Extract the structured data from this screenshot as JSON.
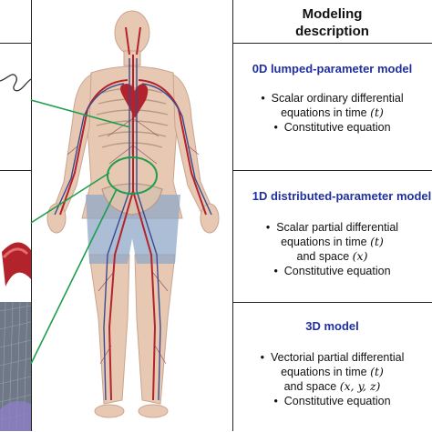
{
  "header": {
    "line1": "Modeling",
    "line2": "description"
  },
  "models": [
    {
      "title": "0D lumped-parameter model",
      "b1_text": "Scalar ordinary differential",
      "b1_cont": "equations in time",
      "b1_var": "(t)",
      "b2": "Constitutive equation"
    },
    {
      "title": "1D distributed-parameter model",
      "b1_text": "Scalar partial differential",
      "b1_cont": "equations in time",
      "b1_var": "(t)",
      "b1_and": "and space",
      "b1_var2": "(x)",
      "b2": "Constitutive equation"
    },
    {
      "title": "3D model",
      "b1_text": "Vectorial partial differential",
      "b1_cont": "equations in time",
      "b1_var": "(t)",
      "b1_and": "and space",
      "b1_var2": "(x, y, z)",
      "b2": "Constitutive equation"
    }
  ],
  "colors": {
    "title_blue": "#1f2f9e",
    "connector_green": "#1e9e4a",
    "artery_red": "#b3232b",
    "skin": "#e7c8b3",
    "shorts": "#8fa8c8"
  }
}
